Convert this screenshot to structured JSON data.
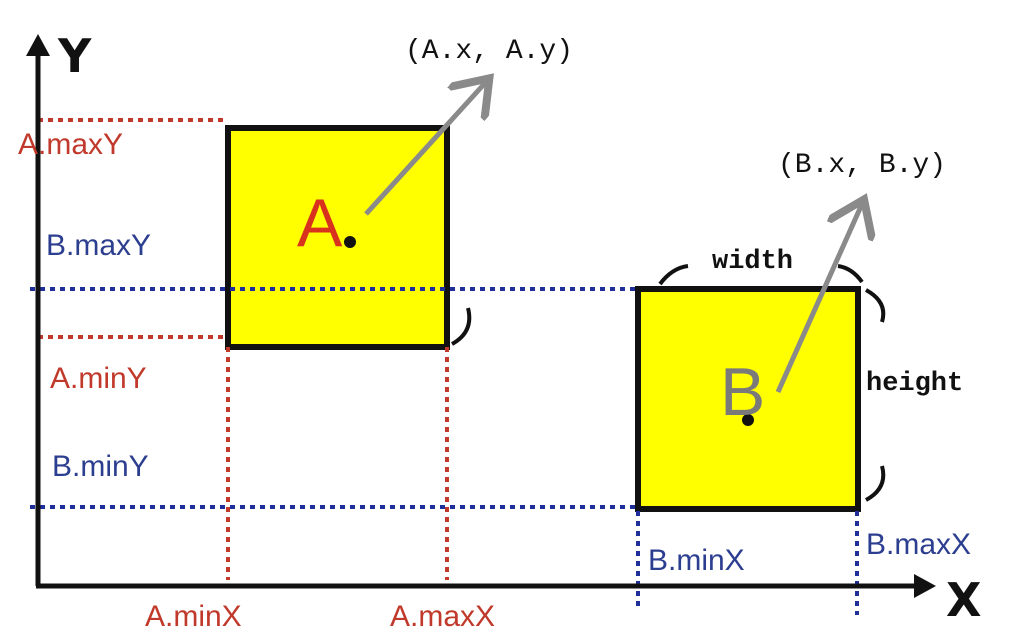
{
  "axes": {
    "x_label": "X",
    "y_label": "Y"
  },
  "box_a": {
    "label": "A",
    "center_label": "(A.x, A.y)",
    "min_x": "A.minX",
    "max_x": "A.maxX",
    "min_y": "A.minY",
    "max_y": "A.maxY"
  },
  "box_b": {
    "label": "B",
    "center_label": "(B.x, B.y)",
    "min_x": "B.minX",
    "max_x": "B.maxX",
    "min_y": "B.minY",
    "max_y": "B.maxY",
    "width_label": "width",
    "height_label": "height"
  },
  "colors": {
    "box_fill": "#ffff00",
    "a_guides": "#c0392b",
    "b_guides": "#1f2f9a",
    "arrow": "#8a8a8a"
  }
}
